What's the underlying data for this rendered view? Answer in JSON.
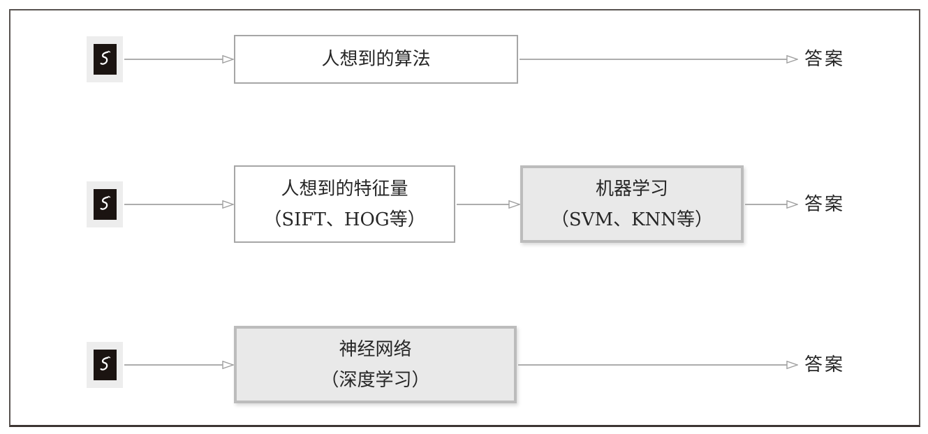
{
  "figure": {
    "description": "Comparison of three paradigms for getting an answer from a handwritten digit image",
    "input_icon": {
      "name": "handwritten-digit-5",
      "digit": "5"
    },
    "rows": [
      {
        "box1": {
          "line1": "人想到的算法"
        },
        "answer": "答案"
      },
      {
        "box1": {
          "line1": "人想到的特征量",
          "line2": "（SIFT、HOG等）"
        },
        "box2": {
          "line1": "机器学习",
          "line2": "（SVM、KNN等）"
        },
        "answer": "答案"
      },
      {
        "box1": {
          "line1": "神经网络",
          "line2": "（深度学习）"
        },
        "answer": "答案"
      }
    ],
    "colors": {
      "frame_border": "#585350",
      "frame_border_bottom": "#3c3532",
      "white_box_border": "#a6a6a6",
      "gray_box_border": "#bcbcbc",
      "gray_box_fill": "#e9e9e9",
      "arrow": "#adadad",
      "text": "#262626",
      "digit_tile_bg": "#ededed",
      "digit_square_bg": "#1b1411",
      "digit_stroke": "#ffffff"
    }
  }
}
